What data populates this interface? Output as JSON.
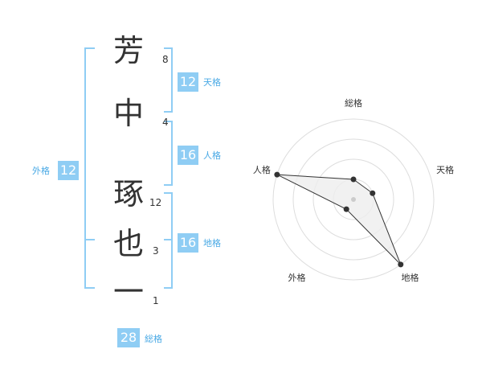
{
  "name": {
    "characters": [
      {
        "char": "芳",
        "strokes": "8"
      },
      {
        "char": "中",
        "strokes": "4"
      },
      {
        "char": "琢",
        "strokes": "12"
      },
      {
        "char": "也",
        "strokes": "3"
      },
      {
        "char": "一",
        "strokes": "1"
      }
    ]
  },
  "kakusu": {
    "tenkaku": {
      "value": "12",
      "label": "天格"
    },
    "jinkaku": {
      "value": "16",
      "label": "人格"
    },
    "chikaku": {
      "value": "16",
      "label": "地格"
    },
    "gaikaku": {
      "value": "12",
      "label": "外格"
    },
    "soukaku": {
      "value": "28",
      "label": "総格"
    }
  },
  "colors": {
    "bracket": "#8fcdf4",
    "badge": "#8fcdf4",
    "label": "#49a9e5",
    "grid": "#dddddd",
    "polygon_fill": "#eeeeee",
    "line": "#333333"
  },
  "chart_data": {
    "type": "radar",
    "axes": [
      "総格",
      "天格",
      "地格",
      "外格",
      "人格"
    ],
    "values": [
      1,
      1,
      4,
      0.6,
      4
    ],
    "range": [
      0,
      4
    ]
  }
}
